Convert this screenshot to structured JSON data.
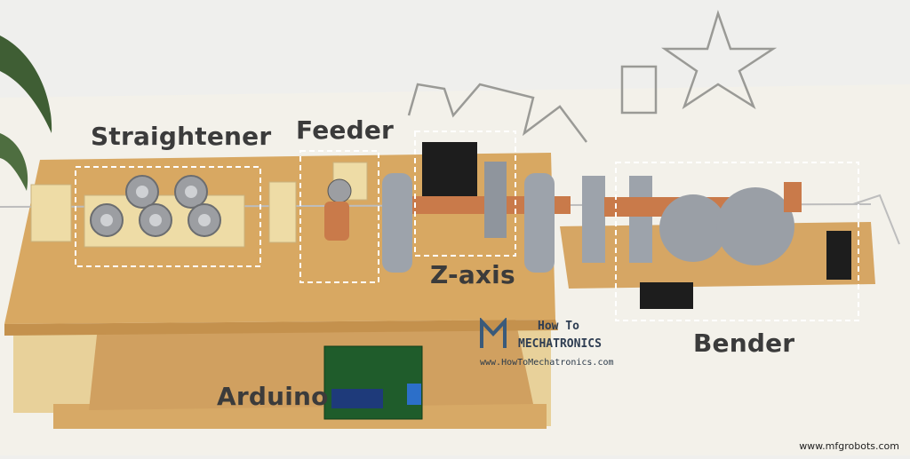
{
  "labels": {
    "straightener": "Straightener",
    "feeder": "Feeder",
    "zaxis": "Z-axis",
    "bender": "Bender",
    "arduino": "Arduino"
  },
  "watermark": {
    "line1": "How To",
    "line2": "MECHATRONICS",
    "url": "www.HowToMechatronics.com"
  },
  "credit": "www.mfgrobots.com",
  "colors": {
    "wall": "#efefed",
    "mdf": "#d8a862",
    "wood": "#e9d6a4",
    "copper": "#c97a4a",
    "gray_part": "#9da3ab",
    "motor": "#1d1d1d"
  }
}
